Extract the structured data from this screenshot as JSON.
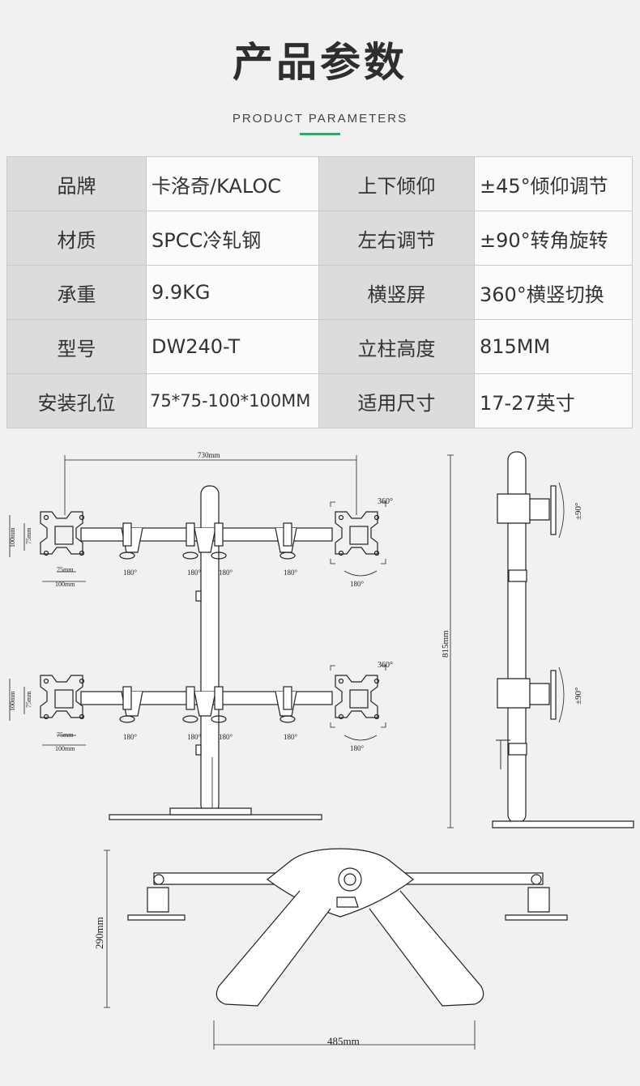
{
  "header": {
    "title": "产品参数",
    "subtitle": "PRODUCT PARAMETERS",
    "accent_color": "#3aa16b"
  },
  "params": {
    "rows": [
      {
        "k1": "品牌",
        "v1": "卡洛奇/KALOC",
        "k2": "上下倾仰",
        "v2": "±45°倾仰调节"
      },
      {
        "k1": "材质",
        "v1": "SPCC冷轧钢",
        "k2": "左右调节",
        "v2": "±90°转角旋转"
      },
      {
        "k1": "承重",
        "v1": "9.9KG",
        "k2": "横竖屏",
        "v2": "360°横竖切换"
      },
      {
        "k1": "型号",
        "v1": "DW240-T",
        "k2": "立柱高度",
        "v2": "815MM"
      },
      {
        "k1": "安装孔位",
        "v1": "75*75-100*100MM",
        "k2": "适用尺寸",
        "v2": "17-27英寸"
      }
    ]
  },
  "drawing": {
    "front": {
      "width_label": "730mm",
      "vesa_100": "100mm",
      "vesa_75": "75mm",
      "rotate_360": "360°",
      "swivel_180": "180°"
    },
    "side": {
      "height_label": "815mm",
      "tilt_label": "±90°"
    },
    "base": {
      "depth_label": "290mm",
      "width_label": "485mm"
    }
  }
}
